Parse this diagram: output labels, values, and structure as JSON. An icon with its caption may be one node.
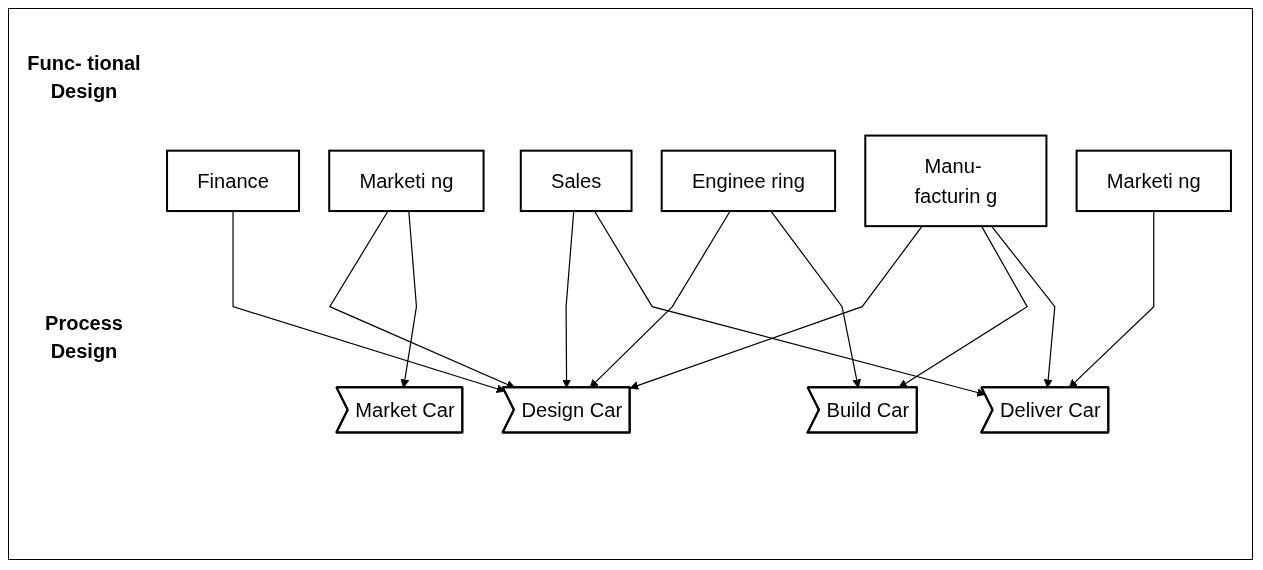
{
  "diagram": {
    "nodes": [
      {
        "text": [
          "Marketi ng"
        ]
      },
      {
        "text": [
          "Finance"
        ]
      },
      {
        "text": [
          "Sales"
        ]
      },
      {
        "text": [
          "Enginee ring"
        ]
      },
      {
        "text": [
          "Manu- facturin g"
        ]
      },
      {
        "text": [
          "Marketi ng"
        ]
      },
      {
        "text": [
          "Design Car"
        ]
      },
      {
        "text": [
          "Build Car"
        ]
      },
      {
        "text": [
          "Market Car"
        ]
      },
      {
        "text": [
          "Deliver Car"
        ]
      }
    ],
    "edges": [
      {
        "from": 0,
        "to": 6,
        "arrow": "to"
      },
      {
        "from": 0,
        "to": 8,
        "arrow": "to"
      },
      {
        "from": 1,
        "to": 6,
        "arrow": "to"
      },
      {
        "from": 2,
        "to": 6,
        "arrow": "to"
      },
      {
        "from": 2,
        "to": 9,
        "arrow": "to"
      },
      {
        "from": 3,
        "to": 6,
        "arrow": "to"
      },
      {
        "from": 3,
        "to": 7,
        "arrow": "to"
      },
      {
        "from": 4,
        "to": 6,
        "arrow": "to"
      },
      {
        "from": 4,
        "to": 7,
        "arrow": "to"
      },
      {
        "from": 4,
        "to": 9,
        "arrow": "to"
      },
      {
        "from": 5,
        "to": 9,
        "arrow": "to"
      }
    ],
    "labels": [
      "Func- tional Design",
      "Process Design"
    ]
  }
}
